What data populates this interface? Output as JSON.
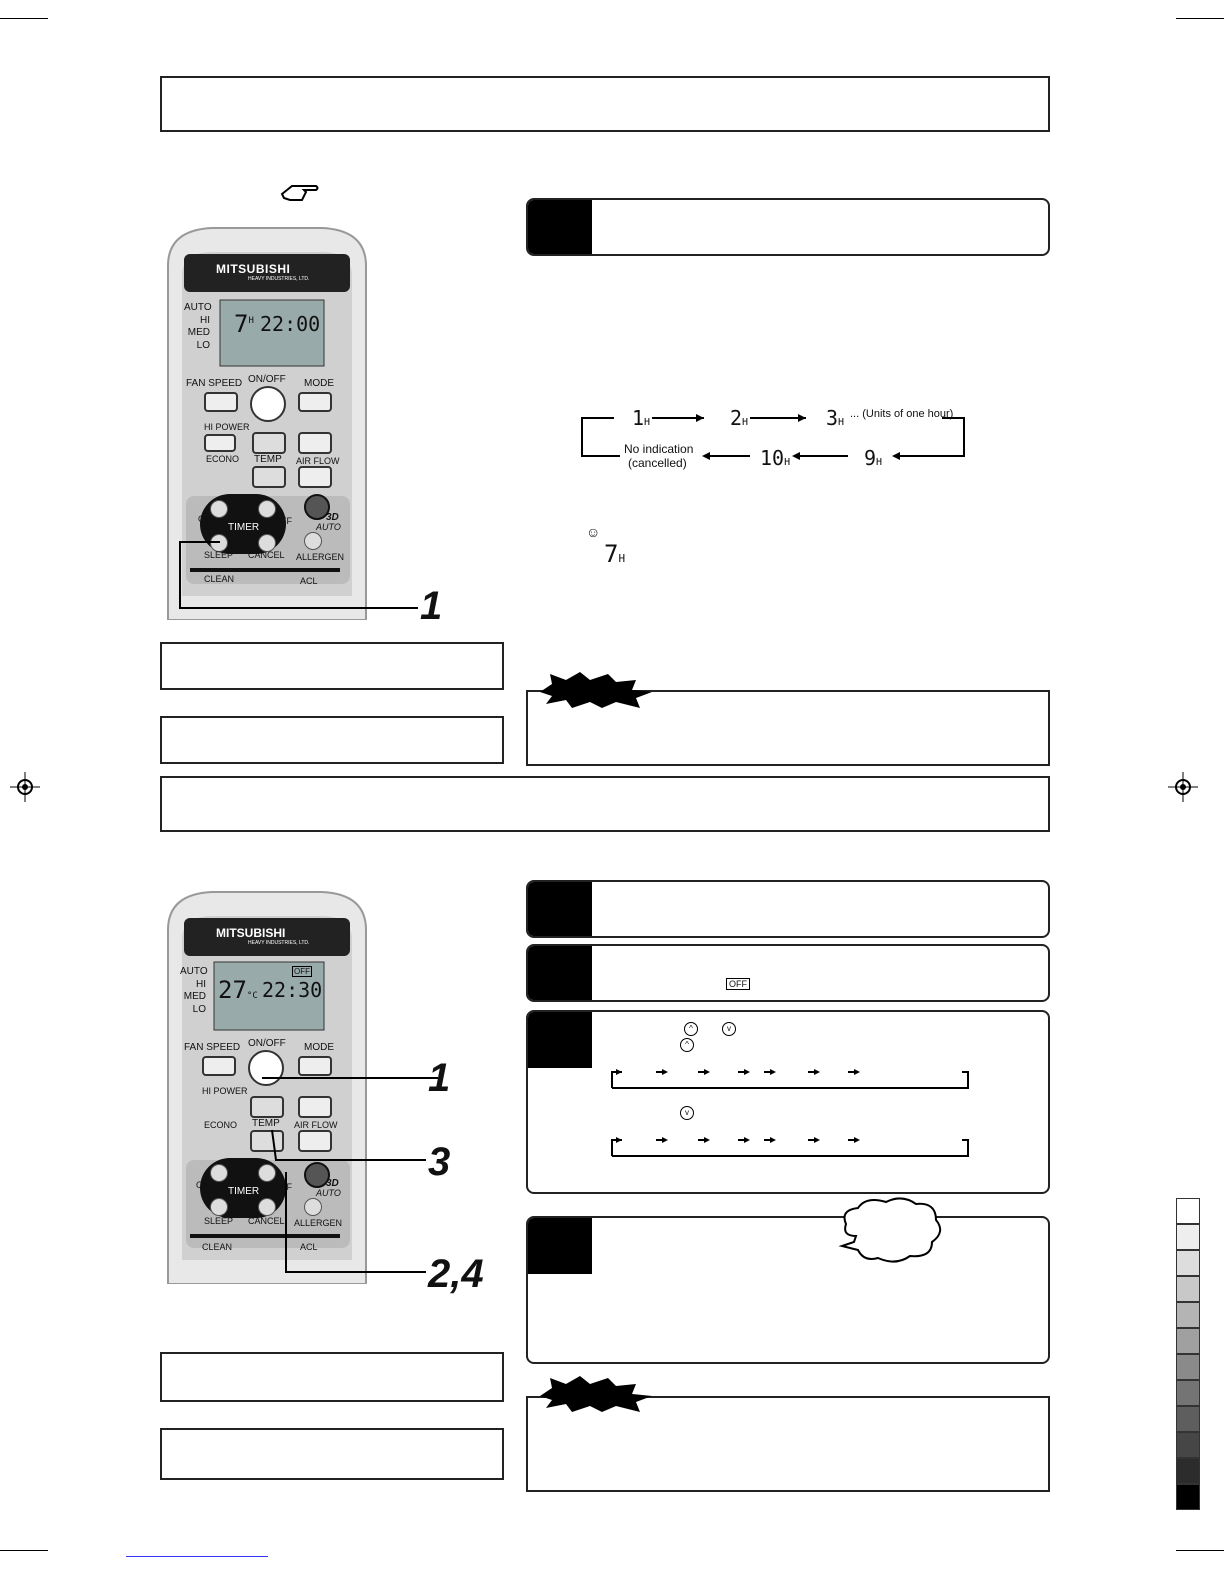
{
  "remote": {
    "brand": "MITSUBISHI",
    "brand_sub": "HEAVY INDUSTRIES, LTD.",
    "fan_levels": [
      "AUTO",
      "HI",
      "MED",
      "LO"
    ],
    "btn_fan_speed": "FAN SPEED",
    "btn_on_off": "ON/OFF",
    "btn_mode": "MODE",
    "btn_hi_power": "HI POWER",
    "btn_econo": "ECONO",
    "btn_temp": "TEMP",
    "btn_air_flow": "AIR FLOW",
    "btn_on": "ON",
    "btn_off": "OFF",
    "btn_timer": "TIMER",
    "btn_3d": "3D",
    "btn_auto": "AUTO",
    "btn_sleep": "SLEEP",
    "btn_cancel": "CANCEL",
    "btn_allergen": "ALLERGEN",
    "btn_clean": "CLEAN",
    "btn_acl": "ACL"
  },
  "remote1": {
    "lcd_hours": "7",
    "lcd_hours_unit": "H",
    "lcd_time": "22:00",
    "callout": "1"
  },
  "remote2": {
    "lcd_temp": "27",
    "lcd_temp_unit": "°C",
    "lcd_time": "22:30",
    "lcd_off": "OFF",
    "callouts": [
      "1",
      "3",
      "2,4"
    ]
  },
  "sleep_cycle": {
    "values": [
      "1",
      "2",
      "3",
      "9",
      "10"
    ],
    "unit": "H",
    "units_note": "... (Units of one hour)",
    "no_indication": "No indication",
    "cancelled": "(cancelled)",
    "example_value": "7",
    "example_unit": "H"
  },
  "step2": {
    "off_badge": "OFF"
  }
}
